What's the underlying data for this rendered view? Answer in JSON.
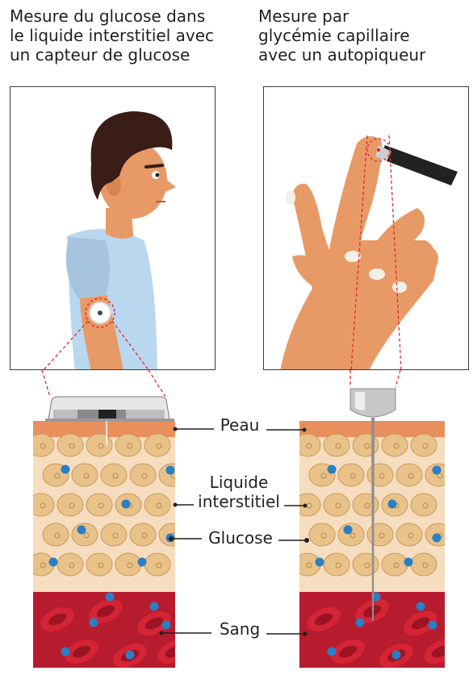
{
  "titles": {
    "left": "Mesure du glucose dans\nle liquide interstitiel avec\nun capteur de glucose",
    "right": "Mesure par\nglycémie capillaire\navec un autopiqueur"
  },
  "labels": {
    "skin": "Peau",
    "interstitial_line1": "Liquide",
    "interstitial_line2": "interstitiel",
    "glucose": "Glucose",
    "blood": "Sang"
  },
  "colors": {
    "skin_tone": "#e89a66",
    "skin_layer": "#e98f5e",
    "interstitial_bg": "#f6ddbf",
    "cell": "#e8c289",
    "glucose_dot": "#2b7fc4",
    "blood": "#b71c2e",
    "red_cell": "#d42435",
    "hair": "#3b1d17",
    "shirt": "#b9d7ee",
    "dashed": "#e0282e"
  }
}
